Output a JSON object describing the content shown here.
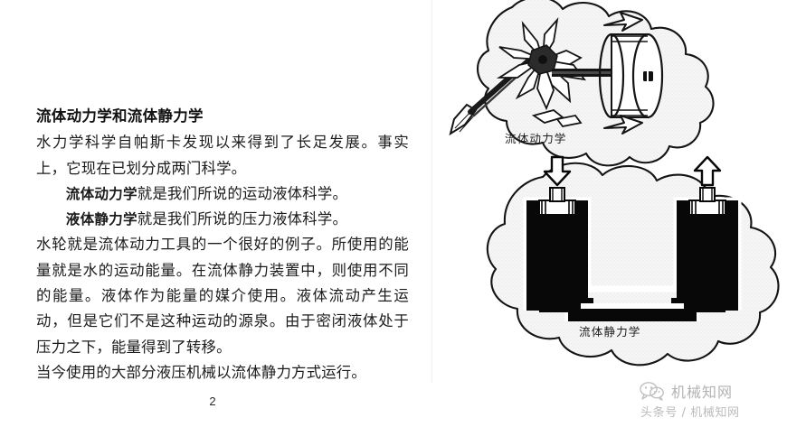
{
  "document": {
    "page_number": "2",
    "title": "流体动力学和流体静力学",
    "paragraphs": [
      {
        "id": "p1",
        "indent": false,
        "text": "水力学科学自帕斯卡发现以来得到了长足发展。事实上，它现在已划分成两门科学。"
      },
      {
        "id": "p2",
        "indent": true,
        "bold_lead": "流体动力学",
        "text": "就是我们所说的运动液体科学。"
      },
      {
        "id": "p3",
        "indent": true,
        "bold_lead": "液体静力学",
        "text": "就是我们所说的压力液体科学。"
      },
      {
        "id": "p4",
        "indent": false,
        "text": "水轮就是流体动力工具的一个很好的例子。所使用的能量就是水的运动能量。在流体静力装置中，则使用不同的能量。液体作为能量的媒介使用。液体流动产生运动，但是它们不是这种运动的源泉。由于密闭液体处于压力之下，能量得到了转移。"
      },
      {
        "id": "p5",
        "indent": false,
        "text": "当今使用的大部分液压机械以流体静力方式运行。"
      }
    ]
  },
  "illustration": {
    "top_figure": {
      "caption": "流体动力学",
      "elements": [
        "water-jet-nozzle",
        "turbine-wheel",
        "drive-shaft",
        "pulley-drum",
        "rotation-arrow-top",
        "rotation-arrow-bottom",
        "splash-marks"
      ]
    },
    "bottom_figure": {
      "caption": "流体静力学",
      "elements": [
        "left-cylinder",
        "right-cylinder",
        "left-piston",
        "right-piston",
        "down-arrow",
        "up-arrow",
        "connecting-pipe",
        "hydraulic-fluid"
      ]
    }
  },
  "watermark": {
    "brand": "机械知网",
    "subtitle": "头条号 / 机械知网",
    "icon": "wechat-icon"
  },
  "colors": {
    "page_background": "#ffffff",
    "ink": "#1a1a1a",
    "cloud_fill": "#f1f1f1",
    "cloud_stroke": "#141414",
    "fluid_black": "#080808",
    "divider": "#f2f2f2",
    "watermark": "#555555"
  }
}
